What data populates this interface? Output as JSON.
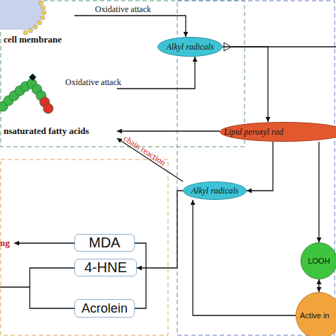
{
  "diagram": {
    "nodes": [
      {
        "text": [
          "cell membrane"
        ]
      },
      {
        "text": [
          "nsaturated fatty acids"
        ]
      },
      {
        "text": [
          "Alkyl radicals"
        ]
      },
      {
        "text": [
          "Lipid peroxyl rad"
        ]
      },
      {
        "text": [
          "Alkyl radicals"
        ]
      },
      {
        "text": [
          "LOOH"
        ]
      },
      {
        "text": [
          "Active in"
        ]
      },
      {
        "text": [
          "MDA"
        ]
      },
      {
        "text": [
          "4-HNE"
        ]
      },
      {
        "text": [
          "Acrolein"
        ]
      }
    ],
    "edges": [
      {
        "from": 0,
        "to": 2,
        "label": "Oxidative attack",
        "arrow": "to"
      },
      {
        "from": 1,
        "to": 2,
        "label": "Oxidative attack",
        "arrow": "to"
      },
      {
        "from": 2,
        "to": 3,
        "arrow": "to"
      },
      {
        "from": 3,
        "to": 1,
        "arrow": "to"
      },
      {
        "from": 3,
        "to": 4,
        "arrow": "to"
      },
      {
        "from": 4,
        "to": 1,
        "label": "chain reaction",
        "arrow": "to"
      },
      {
        "from": 3,
        "to": 5,
        "arrow": "to"
      },
      {
        "from": 5,
        "to": 6,
        "arrow": "both"
      },
      {
        "from": 6,
        "to": 4,
        "arrow": "to"
      },
      {
        "from": 4,
        "to": 8,
        "arrow": "to"
      }
    ],
    "labels": [
      "ng"
    ]
  }
}
